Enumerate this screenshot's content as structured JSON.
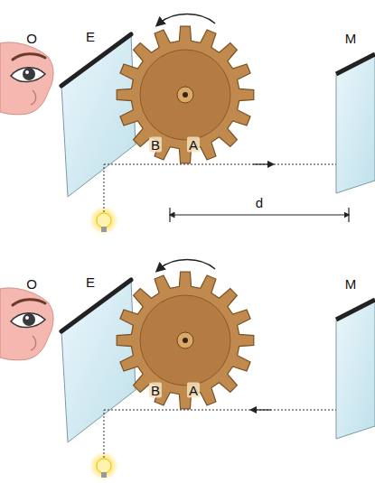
{
  "diagram": {
    "labels": [
      "O",
      "E",
      "B",
      "A",
      "M",
      "d",
      "O",
      "E",
      "B",
      "A",
      "M"
    ]
  }
}
